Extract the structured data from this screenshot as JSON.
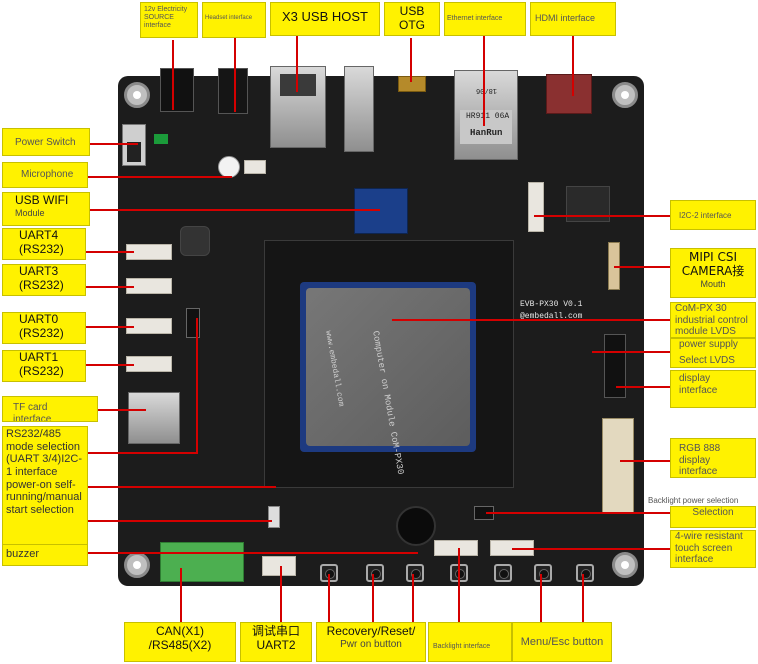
{
  "labels": {
    "power12v": "12v Electricity SOURCE interface",
    "headset": "Headset interface",
    "usb_host": "X3 USB HOST",
    "usb_otg": "USB OTG",
    "ethernet": "Ethernet interface",
    "hdmi": "HDMI interface",
    "power_switch": "Power Switch",
    "microphone": "Microphone",
    "usb_wifi_title": "USB WIFI",
    "usb_wifi_sub": "Module",
    "uart4": "UART4 (RS232)",
    "uart3": "UART3 (RS232)",
    "uart0": "UART0 (RS232)",
    "uart1": "UART1 (RS232)",
    "tf_card": "TF card interface",
    "rs_mode": "RS232/485 mode selection (UART 3/4)I2C-1 interface power-on self-running/manual start selection",
    "buzzer": "buzzer",
    "can": "CAN(X1) /RS485(X2)",
    "debug_cn": "调试串口",
    "debug_uart": "UART2",
    "recovery": "Recovery/Reset/",
    "pwr_on": "Pwr on button",
    "backlight_if": "Backlight interface",
    "menu_esc": "Menu/Esc button",
    "i2c2": "I2C-2 interface",
    "mipi_title": "MIPI CSI CAMERA接",
    "mipi_sub": "Mouth",
    "com_px30": "CoM-PX 30 industrial control module LVDS",
    "power_supply": "power supply",
    "select_lvds": "Select LVDS",
    "display_if": "display interface",
    "rgb888": "RGB 888 display interface",
    "backlight_power": "Backlight power selection",
    "selection": "Selection",
    "touch": "4-wire resistant touch screen interface"
  },
  "board": {
    "model": "EVB-PX30 V0.1",
    "site": "@embedall.com",
    "module_text": "Computer on Module CoM-PX30",
    "module_site": "www.embedall.com",
    "rj45_brand": "HanRun",
    "rj45_code": "HR911 06A",
    "rj45_date": "18/06"
  },
  "colors": {
    "label_bg": "#fff200",
    "leader": "#d40000",
    "pcb": "#1c1c1c",
    "terminal": "#4caf50"
  }
}
